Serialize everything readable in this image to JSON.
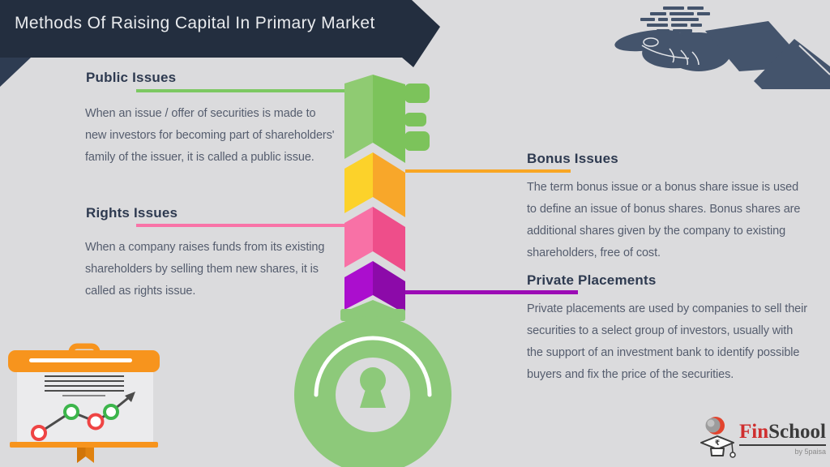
{
  "banner": {
    "title": "Methods Of Raising Capital In Primary Market"
  },
  "sections": {
    "public": {
      "heading": "Public Issues",
      "body": "When an issue / offer of securities is made to new investors for becoming part of shareholders' family of the issuer, it is called a public issue.",
      "accent": "#7cc862"
    },
    "rights": {
      "heading": "Rights Issues",
      "body": "When a company raises funds from its existing shareholders by selling them new shares, it is called as rights issue.",
      "accent": "#f973a7"
    },
    "bonus": {
      "heading": "Bonus Issues",
      "body": "The term bonus issue or a bonus share issue is used to define an issue of bonus shares. Bonus shares are additional shares given by the company to existing shareholders, free of cost.",
      "accent": "#f8a623"
    },
    "private": {
      "heading": "Private Placements",
      "body": "Private placements are used by companies to sell their securities to a select group of investors, usually with the support of an investment bank to identify possible buyers and fix the price of the securities.",
      "accent": "#9b0bb5"
    }
  },
  "key_graphic": {
    "icon": "key-icon",
    "head_color": "#8dc97a",
    "segments": [
      {
        "section": "public",
        "left": "#8fcb72",
        "right": "#7cc35b"
      },
      {
        "section": "bonus",
        "left": "#fcd22a",
        "right": "#f8a72a"
      },
      {
        "section": "rights",
        "left": "#f871a6",
        "right": "#ee4e8a"
      },
      {
        "section": "private",
        "left": "#ab0ece",
        "right": "#8c0aa9"
      }
    ]
  },
  "illustrations": {
    "top_right": "hand-offering-icon",
    "bottom_left": "presentation-chart-icon"
  },
  "logo": {
    "icon": "graduation-cap-icon",
    "name_part1": "Fin",
    "name_part2": "School",
    "byline": "by 5paisa",
    "accent": "#cf2e2e"
  },
  "palette": {
    "background": "#dbdbdd",
    "banner": "#232e3f",
    "banner_fold": "#2e3c52",
    "heading_text": "#2e3a50",
    "body_text": "#555d6e",
    "hand": "#44546c",
    "easel_orange": "#f7941d",
    "easel_orange_dark": "#e0820f",
    "chart_red": "#ef4444",
    "chart_green": "#3cb54b"
  }
}
